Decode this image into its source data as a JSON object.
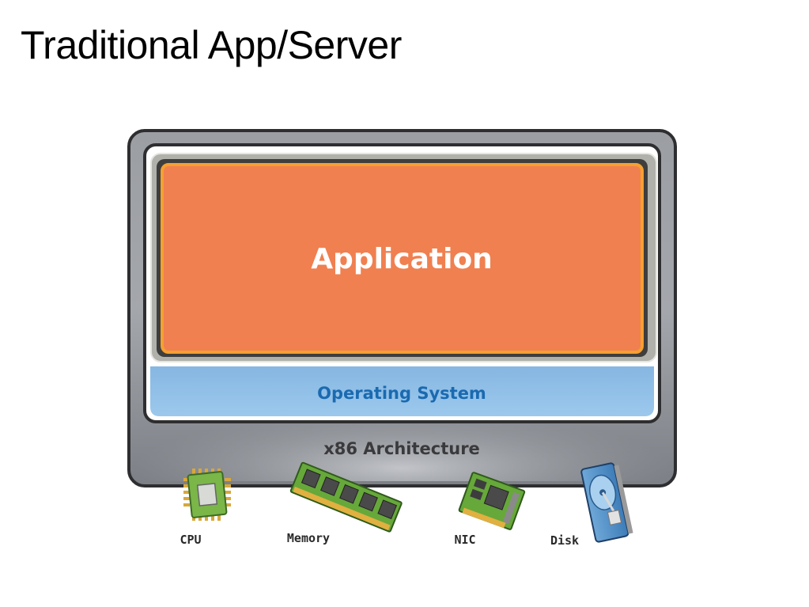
{
  "slide": {
    "title": "Traditional App/Server"
  },
  "diagram": {
    "layers": {
      "application": "Application",
      "operating_system": "Operating System",
      "architecture": "x86 Architecture"
    },
    "hardware": [
      {
        "label": "CPU",
        "icon": "cpu-chip-icon"
      },
      {
        "label": "Memory",
        "icon": "memory-module-icon"
      },
      {
        "label": "NIC",
        "icon": "network-card-icon"
      },
      {
        "label": "Disk",
        "icon": "hard-disk-icon"
      }
    ]
  },
  "colors": {
    "application_fill": "#F08050",
    "application_border": "#F5A030",
    "os_fill": "#8CBDE6",
    "os_text": "#1A6AB0",
    "frame_gray": "#8E9298",
    "board_green": "#66A83A"
  }
}
